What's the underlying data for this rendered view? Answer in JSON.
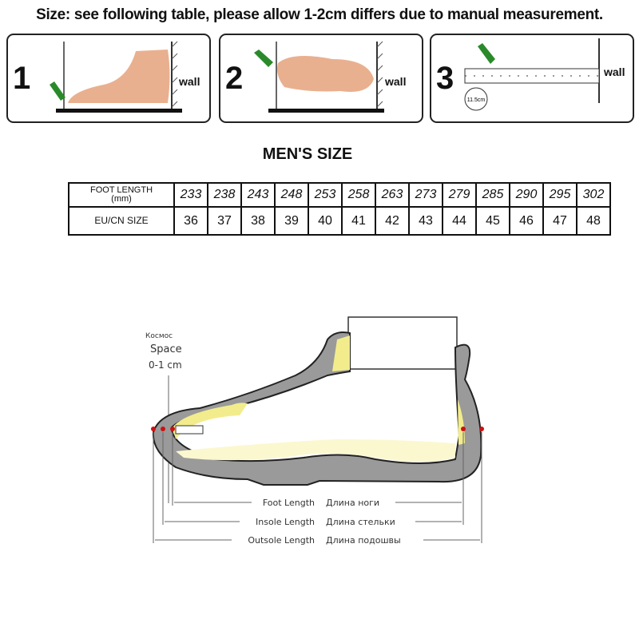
{
  "headline": "Size: see following table, please allow 1-2cm differs due to manual measurement.",
  "steps": [
    {
      "number": "1",
      "wall_label": "wall"
    },
    {
      "number": "2",
      "wall_label": "wall"
    },
    {
      "number": "3",
      "wall_label": "wall",
      "ruler_label": "11.5cm"
    }
  ],
  "table": {
    "title": "MEN'S SIZE",
    "row_headers": {
      "foot_length": "FOOT LENGTH",
      "foot_length_unit": "(mm)",
      "size": "EU/CN SIZE"
    },
    "foot_length": [
      "233",
      "238",
      "243",
      "248",
      "253",
      "258",
      "263",
      "273",
      "279",
      "285",
      "290",
      "295",
      "302"
    ],
    "eu_cn_size": [
      "36",
      "37",
      "38",
      "39",
      "40",
      "41",
      "42",
      "43",
      "44",
      "45",
      "46",
      "47",
      "48"
    ]
  },
  "diagram": {
    "space_ru": "Космос",
    "space_en": "Space",
    "space_range": "0-1 cm",
    "foot_length": {
      "en": "Foot Length",
      "ru": "Длина ноги"
    },
    "insole_length": {
      "en": "Insole Length",
      "ru": "Длина стельки"
    },
    "outsole_length": {
      "en": "Outsole Length",
      "ru": "Длина подошвы"
    },
    "colors": {
      "sole": "#9a9a9a",
      "insole": "#f3ec8c",
      "marker": "#cc1111"
    }
  }
}
